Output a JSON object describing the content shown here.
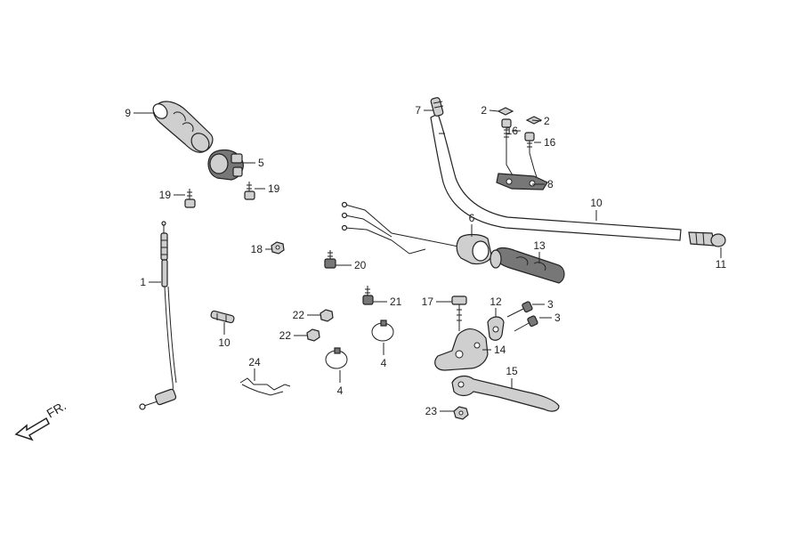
{
  "direction_label": "FR.",
  "callouts": [
    {
      "key": "c1",
      "text": "1"
    },
    {
      "key": "c2a",
      "text": "2"
    },
    {
      "key": "c2b",
      "text": "2"
    },
    {
      "key": "c3a",
      "text": "3"
    },
    {
      "key": "c3b",
      "text": "3"
    },
    {
      "key": "c4a",
      "text": "4"
    },
    {
      "key": "c4b",
      "text": "4"
    },
    {
      "key": "c5",
      "text": "5"
    },
    {
      "key": "c6",
      "text": "6"
    },
    {
      "key": "c7",
      "text": "7"
    },
    {
      "key": "c8",
      "text": "8"
    },
    {
      "key": "c9",
      "text": "9"
    },
    {
      "key": "c10a",
      "text": "10"
    },
    {
      "key": "c10b",
      "text": "10"
    },
    {
      "key": "c11",
      "text": "11"
    },
    {
      "key": "c12",
      "text": "12"
    },
    {
      "key": "c13",
      "text": "13"
    },
    {
      "key": "c14",
      "text": "14"
    },
    {
      "key": "c15",
      "text": "15"
    },
    {
      "key": "c16a",
      "text": "16"
    },
    {
      "key": "c16b",
      "text": "16"
    },
    {
      "key": "c17",
      "text": "17"
    },
    {
      "key": "c18",
      "text": "18"
    },
    {
      "key": "c19a",
      "text": "19"
    },
    {
      "key": "c19b",
      "text": "19"
    },
    {
      "key": "c20",
      "text": "20"
    },
    {
      "key": "c21",
      "text": "21"
    },
    {
      "key": "c22a",
      "text": "22"
    },
    {
      "key": "c22b",
      "text": "22"
    },
    {
      "key": "c23",
      "text": "23"
    },
    {
      "key": "c24",
      "text": "24"
    }
  ]
}
